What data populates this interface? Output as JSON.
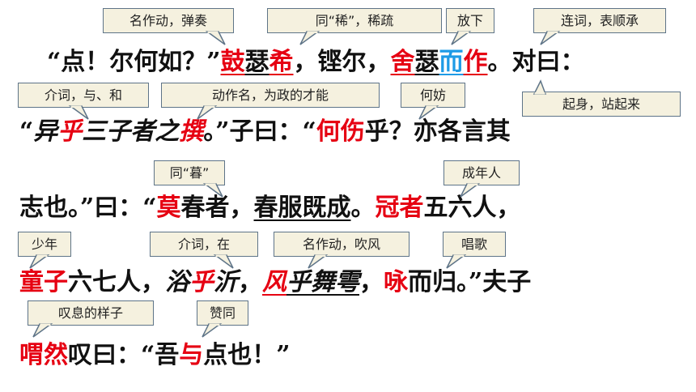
{
  "lines": [
    [
      {
        "t": "“点！尔何如？”"
      },
      {
        "t": "鼓",
        "c": "red",
        "ul": true
      },
      {
        "t": "瑟",
        "ul": true
      },
      {
        "t": "希",
        "c": "red",
        "ul": true
      },
      {
        "t": "，铿尔，"
      },
      {
        "t": "舍",
        "c": "red",
        "ul": true
      },
      {
        "t": "瑟",
        "ul": true
      },
      {
        "t": "而",
        "c": "blue",
        "ul": true
      },
      {
        "t": "作",
        "c": "red",
        "ul": true
      },
      {
        "t": "。对曰："
      }
    ],
    [
      {
        "t": "“"
      },
      {
        "t": "异",
        "it": true
      },
      {
        "t": "乎",
        "c": "red",
        "it": true
      },
      {
        "t": "三子者之",
        "it": true
      },
      {
        "t": "撰",
        "c": "red",
        "it": true
      },
      {
        "t": "。”子曰：“"
      },
      {
        "t": "何伤",
        "c": "red"
      },
      {
        "t": "乎？亦各言其"
      }
    ],
    [
      {
        "t": "志也。”曰：“"
      },
      {
        "t": "莫",
        "c": "red"
      },
      {
        "t": "春者，"
      },
      {
        "t": "春服既成",
        "ul": true
      },
      {
        "t": "。"
      },
      {
        "t": "冠者",
        "c": "red"
      },
      {
        "t": "五六人，"
      }
    ],
    [
      {
        "t": "童子",
        "c": "red"
      },
      {
        "t": "六七人，"
      },
      {
        "t": "浴",
        "it": true
      },
      {
        "t": "乎",
        "c": "red",
        "it": true
      },
      {
        "t": "沂",
        "it": true
      },
      {
        "t": "，"
      },
      {
        "t": "风",
        "c": "red",
        "it": true,
        "ul": true
      },
      {
        "t": "乎舞雩",
        "it": true,
        "ul": true
      },
      {
        "t": "，"
      },
      {
        "t": "咏",
        "c": "red"
      },
      {
        "t": "而归。”夫子"
      }
    ],
    [
      {
        "t": "喟然",
        "c": "red"
      },
      {
        "t": "叹曰：“吾"
      },
      {
        "t": "与",
        "c": "red"
      },
      {
        "t": "点也！”"
      }
    ]
  ],
  "callouts": [
    {
      "text": "名作动，弹奏"
    },
    {
      "text": "同“稀”，稀疏"
    },
    {
      "text": "放下"
    },
    {
      "text": "连词，表顺承"
    },
    {
      "text": "介词，与、和"
    },
    {
      "text": "动作名，为政的才能"
    },
    {
      "text": "何妨"
    },
    {
      "text": "起身，站起来"
    },
    {
      "text": "同“暮”"
    },
    {
      "text": "成年人"
    },
    {
      "text": "少年"
    },
    {
      "text": "介词，在"
    },
    {
      "text": "名作动，吹风"
    },
    {
      "text": "唱歌"
    },
    {
      "text": "叹息的样子"
    },
    {
      "text": "赞同"
    }
  ],
  "colors": {
    "text": "#111111",
    "highlight_red": "#e60012",
    "highlight_blue": "#1e9be6",
    "callout_fill": "#f5f1df",
    "callout_border": "#5e7488"
  }
}
